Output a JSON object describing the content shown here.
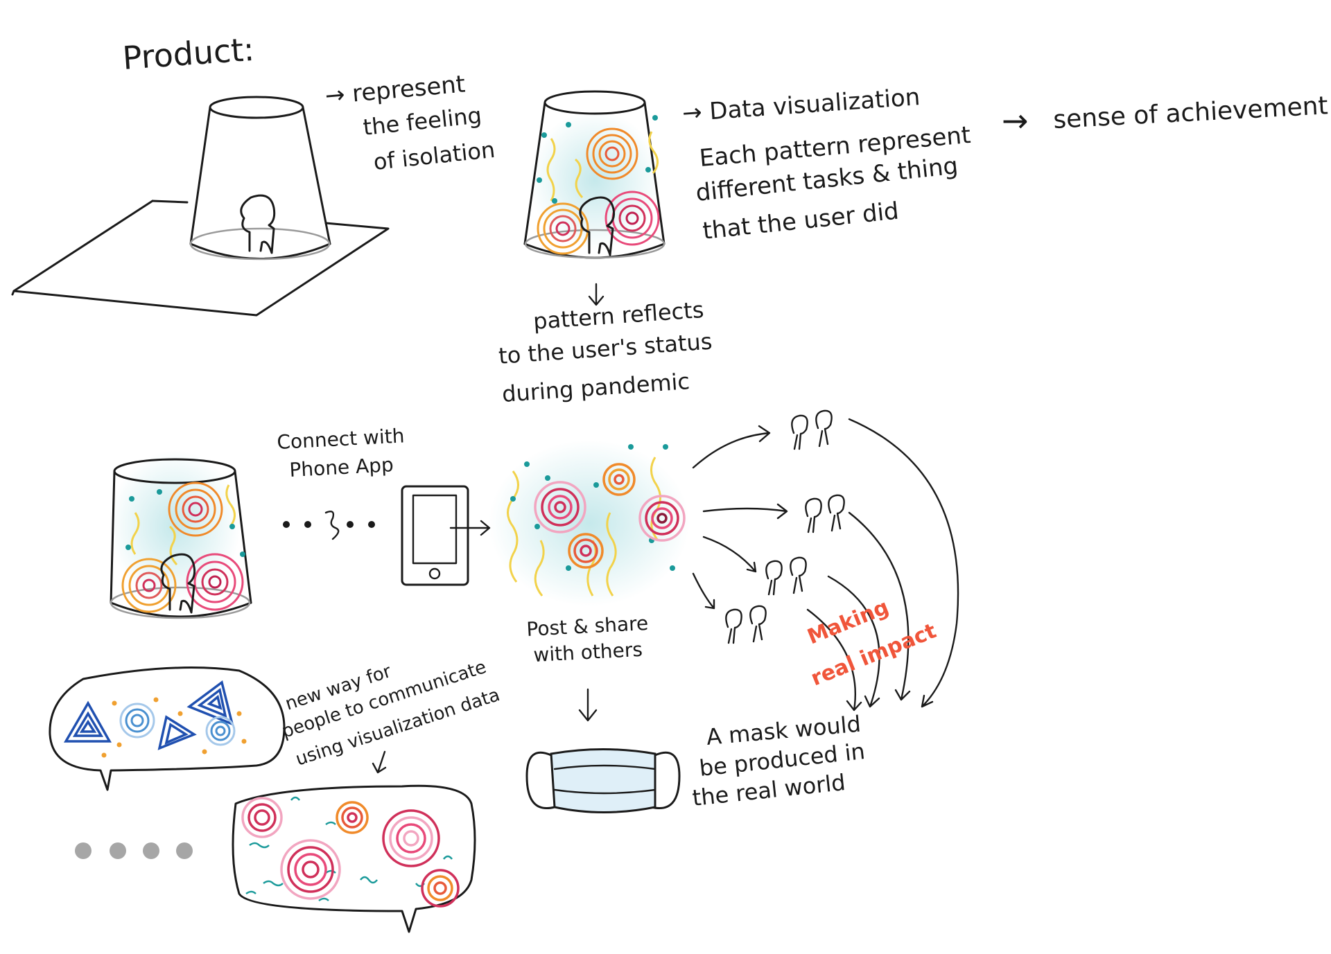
{
  "labels": {
    "product": "Product:",
    "represent_line1": "→ represent",
    "represent_line2": "the feeling",
    "represent_line3": "of isolation",
    "data_viz": "→ Data visualization",
    "each_pattern_line1": "Each pattern represent",
    "each_pattern_line2": "different tasks & thing",
    "each_pattern_line3": "that the user did",
    "sense_arrow": "→",
    "sense": "sense of achievement",
    "reflects_line1": "pattern reflects",
    "reflects_line2": "to the user's status",
    "reflects_line3": "during pandemic",
    "connect_line1": "Connect with",
    "connect_line2": "Phone App",
    "post_line1": "Post & share",
    "post_line2": "with others",
    "making_line1": "Making",
    "making_line2": "real impact",
    "mask_line1": "A mask would",
    "mask_line2": "be produced in",
    "mask_line3": "the real world",
    "newway_line1": "new way for",
    "newway_line2": "people to communicate",
    "newway_line3": "using visualization data"
  },
  "colors": {
    "ink": "#1a1a1a",
    "accent_red": "#f0553a",
    "ring_pink": "#d0305a",
    "ring_orange": "#f08a2a",
    "ring_blue": "#4a90d0",
    "triangle_blue": "#2050b0",
    "squiggle_yellow": "#f2d24a",
    "dot_teal": "#1a9a9a",
    "glow": "#a8dde0",
    "dots_grey": "#a6a6a6"
  }
}
